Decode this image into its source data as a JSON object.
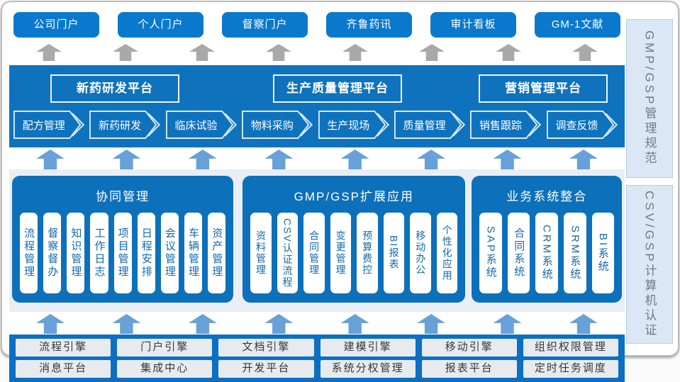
{
  "portals": [
    "公司门户",
    "个人门户",
    "督察门户",
    "齐鲁药讯",
    "审计看板",
    "GM-1文献"
  ],
  "platform_band": {
    "platforms": [
      "新药研发平台",
      "生产质量管理平台",
      "营销管理平台"
    ],
    "process_chain": [
      "配方管理",
      "新药研发",
      "临床试验",
      "物料采购",
      "生产现场",
      "质量管理",
      "销售跟踪",
      "调查反馈"
    ]
  },
  "panels": [
    {
      "title": "协同管理",
      "items": [
        "流程管理",
        "督察督办",
        "知识管理",
        "工作日志",
        "项目管理",
        "日程安排",
        "会议管理",
        "车辆管理",
        "资产管理"
      ]
    },
    {
      "title": "GMP/GSP扩展应用",
      "items": [
        "资料管理",
        "CSV认证流程",
        "合同管理",
        "变更管理",
        "预算费控",
        "BI报表",
        "移动办公",
        "个性化应用"
      ]
    },
    {
      "title": "业务系统整合",
      "items": [
        "SAP系统",
        "合同系统",
        "CRM系统",
        "SRM系统",
        "BI系统"
      ]
    }
  ],
  "foundation": {
    "row1": [
      "流程引擎",
      "门户引擎",
      "文档引擎",
      "建模引擎",
      "移动引擎",
      "组织权限管理"
    ],
    "row2": [
      "消息平台",
      "集成中心",
      "开发平台",
      "系统分权管理",
      "报表平台",
      "定时任务调度"
    ]
  },
  "side_labels": [
    "GMP/GSP管理规范",
    "CSV/GSP计算机认证"
  ],
  "colors": {
    "band_blue": "#0f72bd",
    "button_blue": "#0a79cd",
    "foundation_blue": "#0b6fc4",
    "light_arrow_blue": "#67a1d7",
    "gray_arrow": "#a9a9a9",
    "backdrop": "#e9eef5",
    "side_panel_bg": "#dbe7f5",
    "card_text_blue": "#1368ae"
  }
}
